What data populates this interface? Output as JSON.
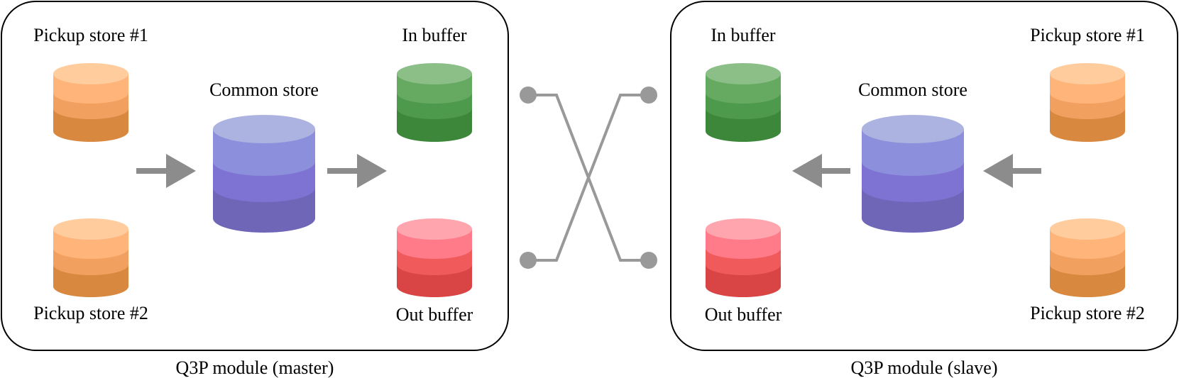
{
  "modules": [
    {
      "caption": "Q3P module (master)",
      "pickup1_label": "Pickup store #1",
      "pickup2_label": "Pickup store #2",
      "common_label": "Common store",
      "inbuf_label": "In buffer",
      "outbuf_label": "Out buffer"
    },
    {
      "caption": "Q3P module (slave)",
      "pickup1_label": "Pickup store #1",
      "pickup2_label": "Pickup store #2",
      "common_label": "Common store",
      "inbuf_label": "In buffer",
      "outbuf_label": "Out buffer"
    }
  ],
  "colors": {
    "orange": [
      "#ffcc9e",
      "#ffb47a",
      "#f2a060",
      "#d98840"
    ],
    "green": [
      "#8cbf88",
      "#66aa62",
      "#4e9a4c",
      "#3d873b"
    ],
    "red": [
      "#ffa5ae",
      "#ff7b8a",
      "#f05a5a",
      "#d94444"
    ],
    "purple": [
      "#adb3e0",
      "#8c90dc",
      "#7e72d2",
      "#6f66b8"
    ],
    "arrow": "#8c8c8c",
    "connector": "#999999",
    "box_stroke": "#000000"
  }
}
